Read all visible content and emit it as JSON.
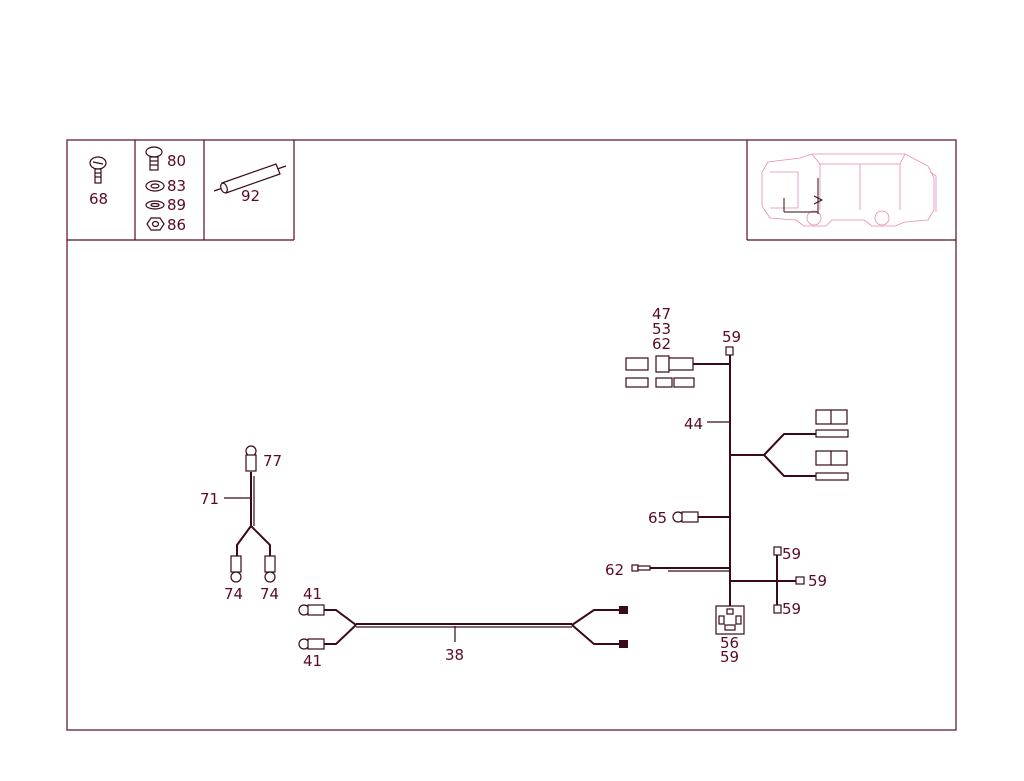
{
  "labels": {
    "p68": "68",
    "p80": "80",
    "p83": "83",
    "p89": "89",
    "p86": "86",
    "p92": "92",
    "p47": "47",
    "p53": "53",
    "p62_top": "62",
    "p59_top": "59",
    "p44": "44",
    "p65": "65",
    "p62_mid": "62",
    "p59_r1": "59",
    "p59_r2": "59",
    "p59_r3": "59",
    "p56": "56",
    "p59_bot": "59",
    "p77": "77",
    "p71": "71",
    "p74_l": "74",
    "p74_r": "74",
    "p41_top": "41",
    "p41_bot": "41",
    "p38": "38"
  },
  "colors": {
    "line": "#3a0a16",
    "label": "#5a0a22",
    "vehicle_outline": "#e58ab8"
  }
}
